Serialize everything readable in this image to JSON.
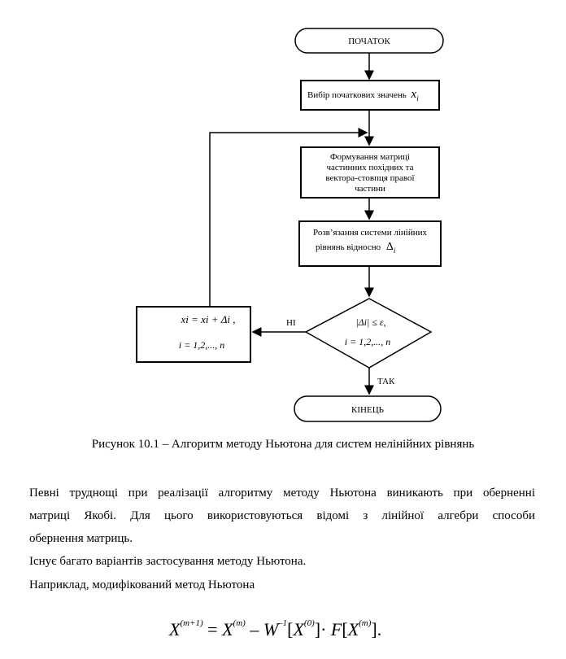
{
  "flowchart": {
    "start": "ПОЧАТОК",
    "step1": {
      "text": "Вибір початкових значень",
      "var": "x",
      "sub": "i"
    },
    "step2": {
      "lines": [
        "Формування матриці",
        "частинних похідних та",
        "вектора-стовпця правої",
        "частини"
      ]
    },
    "step3": {
      "lines": [
        "Розв’язання системи лінійних",
        "рівнянь відносно"
      ],
      "delta": "Δ",
      "sub": "i"
    },
    "decision": {
      "line1": "|Δi| ≤ ε,",
      "line2": "i = 1,2,..., n"
    },
    "update": {
      "line1": "xi = xi + Δi ,",
      "line2": "i = 1,2,..., n"
    },
    "no_label": "НІ",
    "yes_label": "ТАК",
    "end": "КІНЕЦЬ"
  },
  "caption": "Рисунок 10.1 – Алгоритм методу Ньютона для систем нелінійних рівнянь",
  "paragraphs": {
    "p1_line1": "Певні труднощі при реалізації алгоритму методу Ньютона виникають при оберненні",
    "p1_line2": "матриці Якобі. Для цього використовуються відомі з лінійної алгебри способи",
    "p1_line3": "обернення матриць.",
    "p2": "Існує багато варіантів застосування методу Ньютона.",
    "p3": "Наприклад, модифікований метод Ньютона"
  },
  "formula": {
    "lhs": "X",
    "lhs_sup": "(m+1)",
    "eq": " = ",
    "x": "X",
    "x_sup": "(m)",
    "minus": " – ",
    "w": "W",
    "w_sup": "–1",
    "lb1": "[",
    "x0": "X",
    "x0_sup": "(0)",
    "rb1": "]",
    "dot": "· ",
    "f": "F",
    "lb2": "[",
    "xm": "X",
    "xm_sup": "(m)",
    "rb2": "]",
    "end": "."
  }
}
